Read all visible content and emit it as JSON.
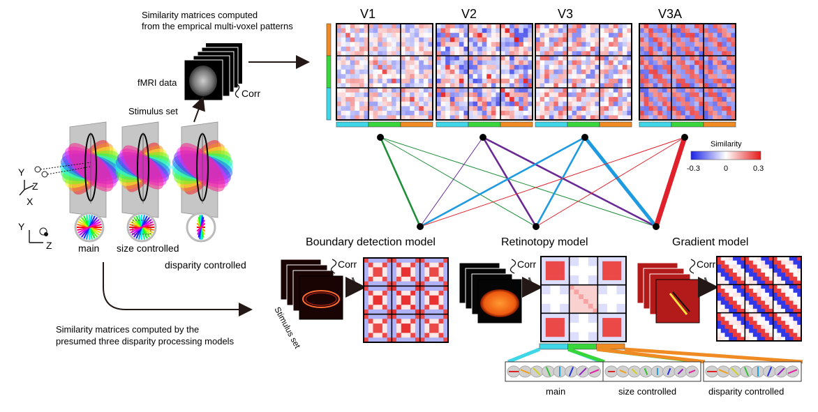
{
  "top_caption": [
    "Similarity matrices computed",
    "from the emprical multi-voxel patterns"
  ],
  "fmri_label": "fMRI data",
  "corr_label": "Corr",
  "stimulus_set_label": "Stimulus set",
  "axis_labels": {
    "y": "Y",
    "z": "Z",
    "x": "X"
  },
  "stimulus_conditions": [
    "main",
    "size controlled",
    "disparity controlled"
  ],
  "roi_labels": [
    "V1",
    "V2",
    "V3",
    "V3A"
  ],
  "colorbar": {
    "title": "Similarity",
    "ticks": [
      "-0.3",
      "0",
      "0.3"
    ],
    "colors": [
      "#1a23e6",
      "#ffffff",
      "#e61a1a"
    ]
  },
  "model_labels": [
    "Boundary detection model",
    "Retinotopy model",
    "Gradient model"
  ],
  "bottom_caption": [
    "Similarity matrices computed by the",
    "presumed three disparity processing models"
  ],
  "stimulus_set_rotated": "Stimulus set",
  "condition_colors": [
    "#3fd6e8",
    "#38d63a",
    "#f08a22"
  ],
  "connections": [
    {
      "roi": "V1",
      "model": "Boundary detection model",
      "color": "#1f8f3a",
      "weight": "strong"
    },
    {
      "roi": "V1",
      "model": "Retinotopy model",
      "color": "#1f8f3a",
      "weight": "weak"
    },
    {
      "roi": "V1",
      "model": "Gradient model",
      "color": "#1f8f3a",
      "weight": "weak"
    },
    {
      "roi": "V2",
      "model": "Boundary detection model",
      "color": "#6a2a95",
      "weight": "weak"
    },
    {
      "roi": "V2",
      "model": "Retinotopy model",
      "color": "#6a2a95",
      "weight": "strong"
    },
    {
      "roi": "V2",
      "model": "Gradient model",
      "color": "#6a2a95",
      "weight": "strong"
    },
    {
      "roi": "V3",
      "model": "Boundary detection model",
      "color": "#1e9be0",
      "weight": "strong"
    },
    {
      "roi": "V3",
      "model": "Retinotopy model",
      "color": "#1e9be0",
      "weight": "strong"
    },
    {
      "roi": "V3",
      "model": "Gradient model",
      "color": "#1e9be0",
      "weight": "strongest"
    },
    {
      "roi": "V3A",
      "model": "Boundary detection model",
      "color": "#e0202a",
      "weight": "weak"
    },
    {
      "roi": "V3A",
      "model": "Retinotopy model",
      "color": "#e0202a",
      "weight": "weak"
    },
    {
      "roi": "V3A",
      "model": "Gradient model",
      "color": "#e0202a",
      "weight": "strongest"
    }
  ]
}
